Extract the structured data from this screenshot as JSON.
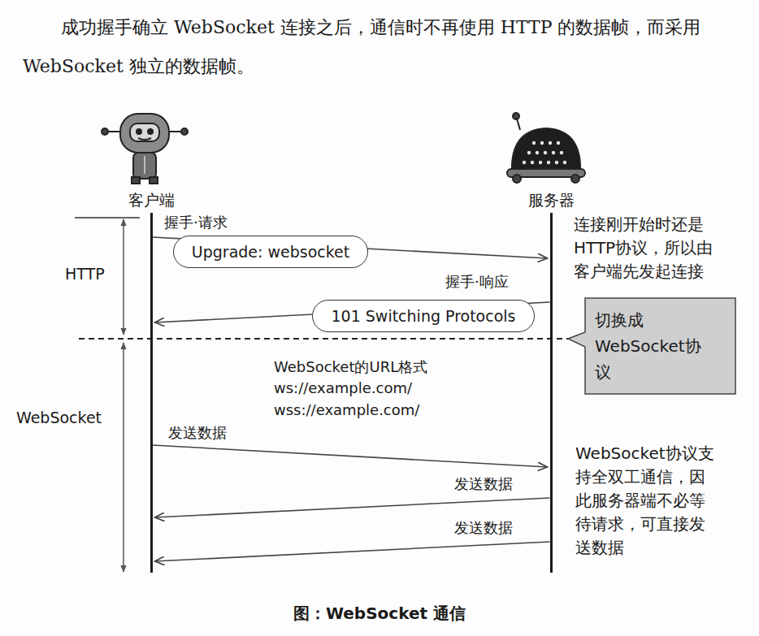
{
  "diagram": {
    "caption": "图：WebSocket 通信",
    "nodes": [
      {
        "text": [
          "客户端"
        ]
      },
      {
        "text": [
          "服务器"
        ]
      },
      {
        "text": [
          "Upgrade: websocket"
        ]
      },
      {
        "text": [
          "101 Switching Protocols"
        ]
      },
      {
        "text": [
          "切换成 WebSocket协议"
        ]
      }
    ],
    "edges": [
      {
        "from": 0,
        "to": 1,
        "label": "握手·请求",
        "arrow": "to"
      },
      {
        "from": 1,
        "to": 0,
        "label": "握手·响应",
        "arrow": "to"
      },
      {
        "from": 0,
        "to": 1,
        "label": "发送数据",
        "arrow": "to"
      },
      {
        "from": 1,
        "to": 0,
        "label": "发送数据",
        "arrow": "to"
      },
      {
        "from": 1,
        "to": 0,
        "label": "发送数据",
        "arrow": "to"
      }
    ],
    "labels": [
      "成功握手确立 WebSocket 连接之后，通信时不再使用 HTTP 的数据帧，而采用 WebSocket 独立的数据帧。",
      "HTTP",
      "WebSocket",
      "WebSocket的URL格式",
      "ws://example.com/",
      "wss://example.com/",
      "连接刚开始时还是HTTP协议，所以由客户端先发起连接",
      "WebSocket协议支持全双工通信，因此服务器端不必等待请求，可直接发送数据"
    ]
  }
}
